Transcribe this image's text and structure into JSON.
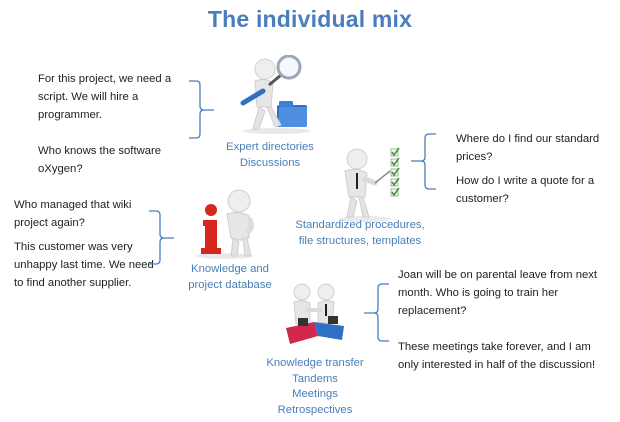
{
  "title": "The individual mix",
  "colors": {
    "accent": "#4a7ebb",
    "text": "#1f1f1f",
    "info_red": "#d7261e",
    "puzzle_red": "#d2284c",
    "puzzle_blue": "#2f6fc4",
    "check_green": "#3c9a2e"
  },
  "groups": [
    {
      "id": "expert",
      "icon": "person-with-magnifier-and-folder-icon",
      "quotes": [
        "For this project, we need a script. We will hire a programmer.",
        "Who knows the software oXygen?"
      ],
      "caption": [
        "Expert directories",
        "Discussions"
      ]
    },
    {
      "id": "standard",
      "icon": "person-pointing-at-checklist-icon",
      "quotes": [
        "Where do I find our standard prices?",
        "How do I write a quote for a customer?"
      ],
      "caption": [
        "Standardized procedures,",
        "file structures, templates"
      ]
    },
    {
      "id": "database",
      "icon": "person-leaning-on-info-sign-icon",
      "quotes": [
        "Who managed that wiki project again?",
        "This customer was very unhappy last time. We need to find another supplier."
      ],
      "caption": [
        "Knowledge and",
        "project database"
      ]
    },
    {
      "id": "transfer",
      "icon": "people-shaking-hands-on-puzzle-icon",
      "quotes": [
        "Joan will be on parental leave from next month. Who is going to train her replacement?",
        "These meetings take forever, and I am only interested in half of the discussion!"
      ],
      "caption": [
        "Knowledge transfer",
        "Tandems",
        "Meetings",
        "Retrospectives"
      ]
    }
  ]
}
